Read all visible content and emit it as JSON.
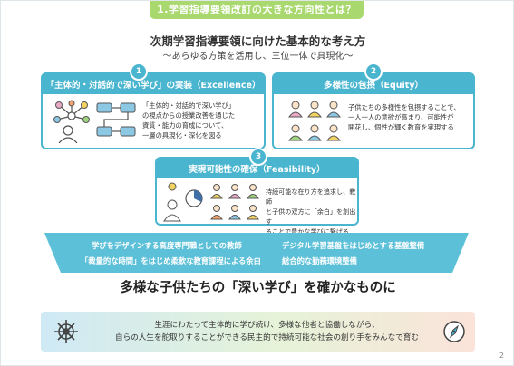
{
  "header": {
    "tab_title": "1.学習指導要領改訂の大きな方向性とは？"
  },
  "heading": {
    "title": "次期学習指導要領に向けた基本的な考え方",
    "subtitle": "〜あらゆる方策を活用し、三位一体で具現化〜"
  },
  "panels": [
    {
      "number": "1",
      "title": "「主体的・対話的で深い学び」の実装（Excellence）",
      "lines": [
        "「主体的・対話的で深い学び」",
        "の視点からの授業改善を通じた",
        "資質・能力の育成について、",
        "一層の具現化・深化を図る"
      ]
    },
    {
      "number": "2",
      "title": "多様性の包摂（Equity）",
      "lines": [
        "子供たちの多様性を包摂することで、",
        "一人一人の意欲が高まり、可能性が",
        "開花し、個性が輝く教育を実現する"
      ]
    },
    {
      "number": "3",
      "title": "実現可能性の確保（Feasibility）",
      "lines": [
        "持続可能な在り方を追求し、教師",
        "と子供の双方に「余白」を創出す",
        "ることで豊かな学びに繋げる"
      ]
    }
  ],
  "foundation": {
    "items": [
      "学びをデザインする高度専門職としての教師",
      "デジタル学習基盤をはじめとする基盤整備",
      "「裁量的な時間」をはじめ柔軟な教育課程による余白",
      "総合的な勤務環境整備"
    ]
  },
  "goal": {
    "text": "多様な子供たちの「深い学び」を確かなものに"
  },
  "vision": {
    "lines": [
      "生涯にわたって主体的に学び続け、多様な他者と協働しながら、",
      "自らの人生を舵取りすることができる民主的で持続可能な社会の創り手をみんなで育む"
    ]
  },
  "page_number": "2",
  "colors": {
    "accent": "#4ab5cf",
    "tab": "#a8d86e",
    "foundation": "#5cc0d8"
  }
}
